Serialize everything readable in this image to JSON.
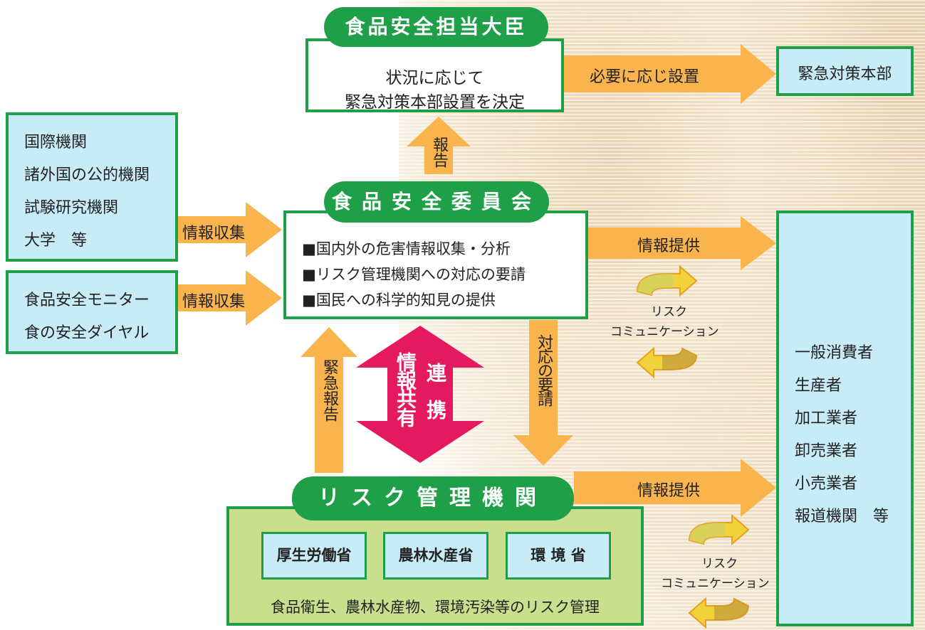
{
  "minister": {
    "title": "食品安全担当大臣",
    "lines": [
      "状況に応じて",
      "緊急対策本部設置を決定"
    ]
  },
  "emergency_hq": "緊急対策本部",
  "commission": {
    "title": "食品安全委員会",
    "lines": [
      "■国内外の危害情報収集・分析",
      "■リスク管理機関への対応の要請",
      "■国民への科学的知見の提供"
    ]
  },
  "sources": [
    "国際機関",
    "諸外国の公的機関",
    "試験研究機関",
    "大学　等"
  ],
  "monitors": [
    "食品安全モニター",
    "食の安全ダイヤル"
  ],
  "risk_mgmt": {
    "title": "リスク管理機関",
    "ministries": [
      "厚生労働省",
      "農林水産省",
      "環 境 省"
    ],
    "caption": "食品衛生、農林水産物、環境汚染等のリスク管理"
  },
  "public": [
    "一般消費者",
    "生産者",
    "加工業者",
    "卸売業者",
    "小売業者",
    "報道機関　等"
  ],
  "arrows": {
    "as_needed": "必要に応じ設置",
    "report": "報告",
    "collect1": "情報収集",
    "collect2": "情報収集",
    "provide1": "情報提供",
    "provide2": "情報提供",
    "emergency_report": "緊急報告",
    "request": "対応の要請",
    "share": "情報共有",
    "cooperation": "連携"
  },
  "risk_comm_1": [
    "リスク",
    "コミュニケーション"
  ],
  "risk_comm_2": [
    "リスク",
    "コミュニケーション"
  ],
  "colors": {
    "green": "#1fa048",
    "light_blue": "#c7ebf7",
    "arrow_orange": "#f9b44e",
    "magenta": "#e5195f",
    "olive": "#c9df8e"
  }
}
